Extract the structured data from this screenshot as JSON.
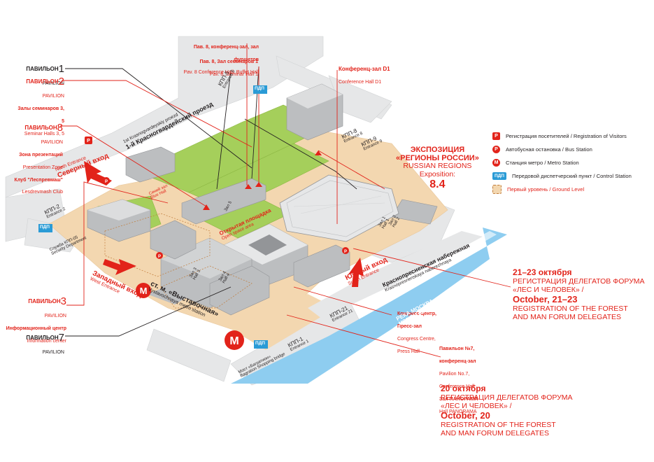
{
  "pavilions": {
    "p1": {
      "ru": "ПАВИЛЬОН",
      "en": "PAVILION",
      "num": "1"
    },
    "p2": {
      "ru": "ПАВИЛЬОН",
      "en": "PAVILION",
      "num": "2",
      "sub_ru": "Залы семинаров 3, 5",
      "sub_en": "Seminar Halls 3, 5"
    },
    "p8": {
      "ru": "ПАВИЛЬОН",
      "en": "PAVILION",
      "num": "8",
      "sub1_ru": "Зона презентаций",
      "sub1_en": "Presentation Zone",
      "sub2_ru": "Клуб \"Леспревмаш\"",
      "sub2_en": "Lesdrevmash Club"
    },
    "p3": {
      "ru": "ПАВИЛЬОН",
      "en": "PAVILION",
      "num": "3",
      "sub_ru": "Информационный центр",
      "sub_en": "Information center"
    },
    "p7": {
      "ru": "ПАВИЛЬОН",
      "en": "PAVILION",
      "num": "7"
    }
  },
  "callouts": {
    "pav8_conf_ru": "Пав. 8, конференц-зал, зал фуршетов",
    "pav8_conf_en": "Pav. 8 Conference Hall, Buffet Hall",
    "pav8_sem_ru": "Пав. 8, Зал семинаров 1",
    "pav8_sem_en": "Pav. 8, Seminar Hall 1",
    "confD1_ru": "Конференц-зал D1",
    "confD1_en": "Conference Hall D1",
    "congress_ru1": "Конгресс-центр,",
    "congress_ru2": "Пресс-зал",
    "congress_en1": "Congress Centre,",
    "congress_en2": "Press Hall",
    "pav7_ru1": "Павильон №7,",
    "pav7_ru2": "конференц-зал",
    "pav7_en1": "Pavilion No.7,",
    "pav7_en2": "Conference Hall",
    "panorama_ru": "Зал ПАНОРАМА",
    "panorama_en": "Hall PANORAMA"
  },
  "exposition": {
    "ru1": "ЭКСПОЗИЦИЯ",
    "ru2": "«РЕГИОНЫ РОССИИ»",
    "en1": "RUSSIAN REGIONS",
    "en2": "Exposition:",
    "num": "8.4"
  },
  "legend": {
    "reg": "Регистрация посетителей / Registration of Visitors",
    "bus": "Автобусная остановка / Bus Station",
    "metro": "Станция метро / Metro Station",
    "pdp_icon": "ПДП",
    "pdp": "Передовой диспетчерский пункт / Control Station",
    "ground": "Первый уровень / Ground Level"
  },
  "registration_oct21": {
    "date_ru": "21–23 октября",
    "text_ru1": "РЕГИСТРАЦИЯ ДЕЛЕГАТОВ ФОРУМА",
    "text_ru2": "«ЛЕС И ЧЕЛОВЕК» /",
    "date_en": "October, 21–23",
    "text_en1": "REGISTRATION OF THE FOREST",
    "text_en2": "AND MAN FORUM DELEGATES"
  },
  "registration_oct20": {
    "date_ru": "20 октября",
    "text_ru1": "РЕГИСТРАЦИЯ ДЕЛЕГАТОВ ФОРУМА",
    "text_ru2": "«ЛЕС И ЧЕЛОВЕК» /",
    "date_en": "October, 20",
    "text_en1": "REGISTRATION OF THE FOREST",
    "text_en2": "AND MAN FORUM DELEGATES"
  },
  "map_labels": {
    "north_ru": "Северный вход",
    "north_en": "North Entrance",
    "west_ru": "Западный вход",
    "west_en": "West Entrance",
    "south_ru": "Южный вход",
    "south_en": "South Entrance",
    "metro_ru": "ст. м. «Выставочная»",
    "metro_en": "Vystavochnaya metro station",
    "proezd_ru": "1-й Красногвардейский проезд",
    "proezd_en": "1st Krasnogvardeyskiy proezd",
    "naber_ru": "Краснопресненская набережная",
    "naber_en": "Krasnopresnenskaya naberezhnaya",
    "river_ru": "РЕКА МОСКВА",
    "river_en": "MOSKVA RIVER",
    "bridge_ru": "Мост «Багратион»",
    "bridge_en": "Bagration Shopping bridge",
    "open_ru": "Открытая площадка",
    "open_en": "Open space area",
    "blue_ru": "Синий зал",
    "blue_en": "Blue Hall",
    "kpp1": "КПП-1",
    "kpp1_en": "Entrance 1",
    "kpp2": "КПП-2",
    "kpp2_en": "Entrance 2",
    "kpp5": "КПП-5",
    "kpp5_en": "Entrance 5",
    "kpp8": "КПП-8",
    "kpp8_en": "Entrance 8",
    "kpp9": "КПП-9",
    "kpp9_en": "Entrance 9",
    "kpp21": "КПП-21",
    "kpp21_en": "Entrance 21",
    "pdp": "ПДП",
    "security_ru": "Служба КПП-05",
    "security_en": "Security Department",
    "hall1": "Зал 1",
    "hall2": "Зал 2",
    "hall3": "Зал 3",
    "hall4": "Зал 4",
    "hall5": "Зал 5",
    "hall1_en": "Hall 1",
    "hall2_en": "Hall 2",
    "hall3_en": "Hall 3",
    "hall4_en": "Hall 4"
  },
  "colors": {
    "accent_red": "#e2231a",
    "grass_green": "#a5cf5b",
    "ground_beige": "#f3d7b0",
    "road_grey": "#e6e7e8",
    "building_grey": "#bcbec0",
    "river_blue": "#8ecdf0",
    "pdp_blue": "#2a9bd6"
  }
}
